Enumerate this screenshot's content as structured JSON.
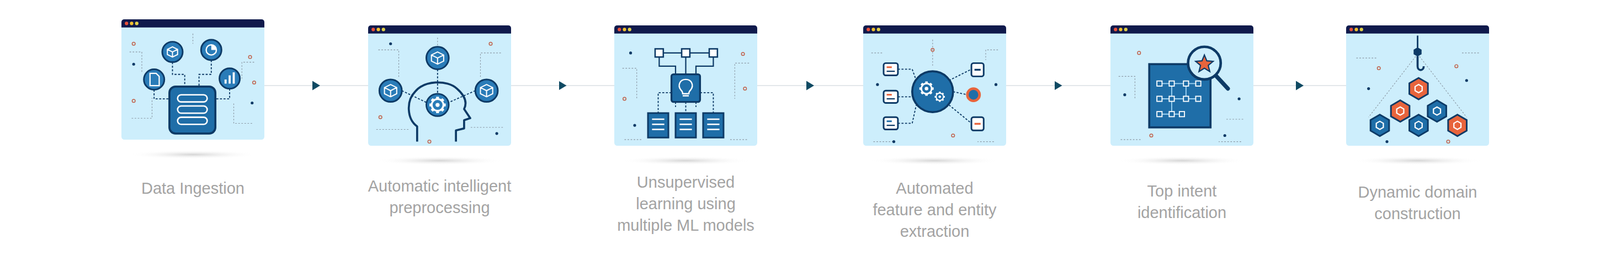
{
  "diagram": {
    "nodes": [
      {
        "text": [
          "Data Ingestion"
        ]
      },
      {
        "text": [
          "Automatic intelligent preprocessing"
        ]
      },
      {
        "text": [
          "Unsupervised learning using multiple ML models"
        ]
      },
      {
        "text": [
          "Automated feature and entity extraction"
        ]
      },
      {
        "text": [
          "Top intent identification"
        ]
      },
      {
        "text": [
          "Dynamic domain construction"
        ]
      }
    ],
    "edges": [
      {
        "from": 0,
        "to": 1,
        "arrow": "to"
      },
      {
        "from": 1,
        "to": 2,
        "arrow": "to"
      },
      {
        "from": 2,
        "to": 3,
        "arrow": "to"
      },
      {
        "from": 3,
        "to": 4,
        "arrow": "to"
      },
      {
        "from": 4,
        "to": 5,
        "arrow": "to"
      }
    ]
  }
}
